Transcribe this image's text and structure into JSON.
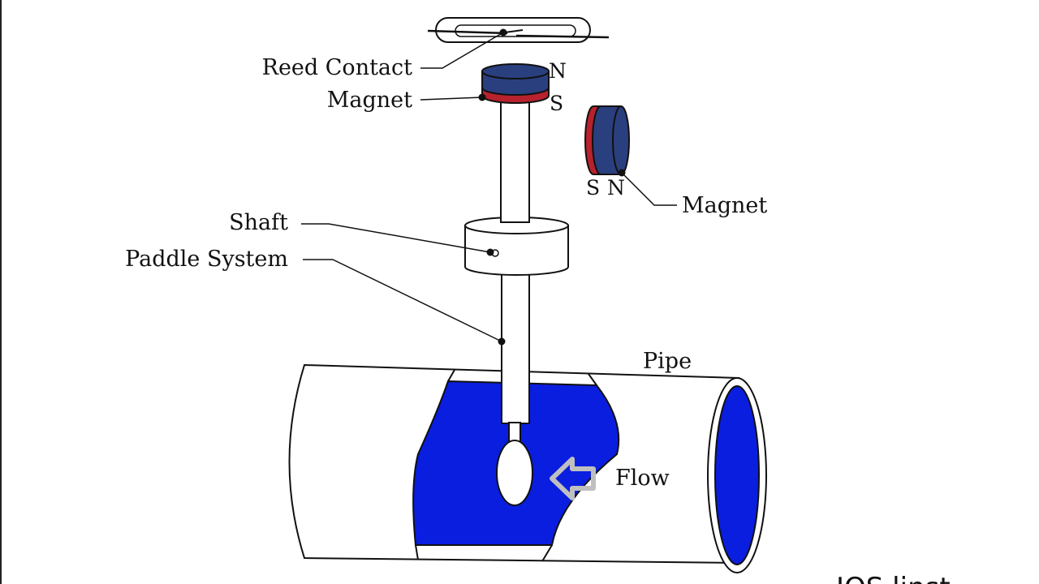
{
  "labels": {
    "reed_contact": "Reed Contact",
    "magnet_top": "Magnet",
    "magnet_side": "Magnet",
    "shaft": "Shaft",
    "paddle_system": "Paddle System",
    "pipe": "Pipe",
    "flow": "Flow"
  },
  "poles": {
    "top_north": "N",
    "top_south": "S",
    "side_south": "S",
    "side_north": "N"
  },
  "watermark": "IOS linst",
  "colors": {
    "north": "#2a3f7e",
    "south": "#b8222d",
    "fluid": "#0a1ee0",
    "outline": "#111111",
    "arrow": "#bfbfbf"
  },
  "icons": {
    "flow_direction": "arrow-left-outline-icon"
  }
}
